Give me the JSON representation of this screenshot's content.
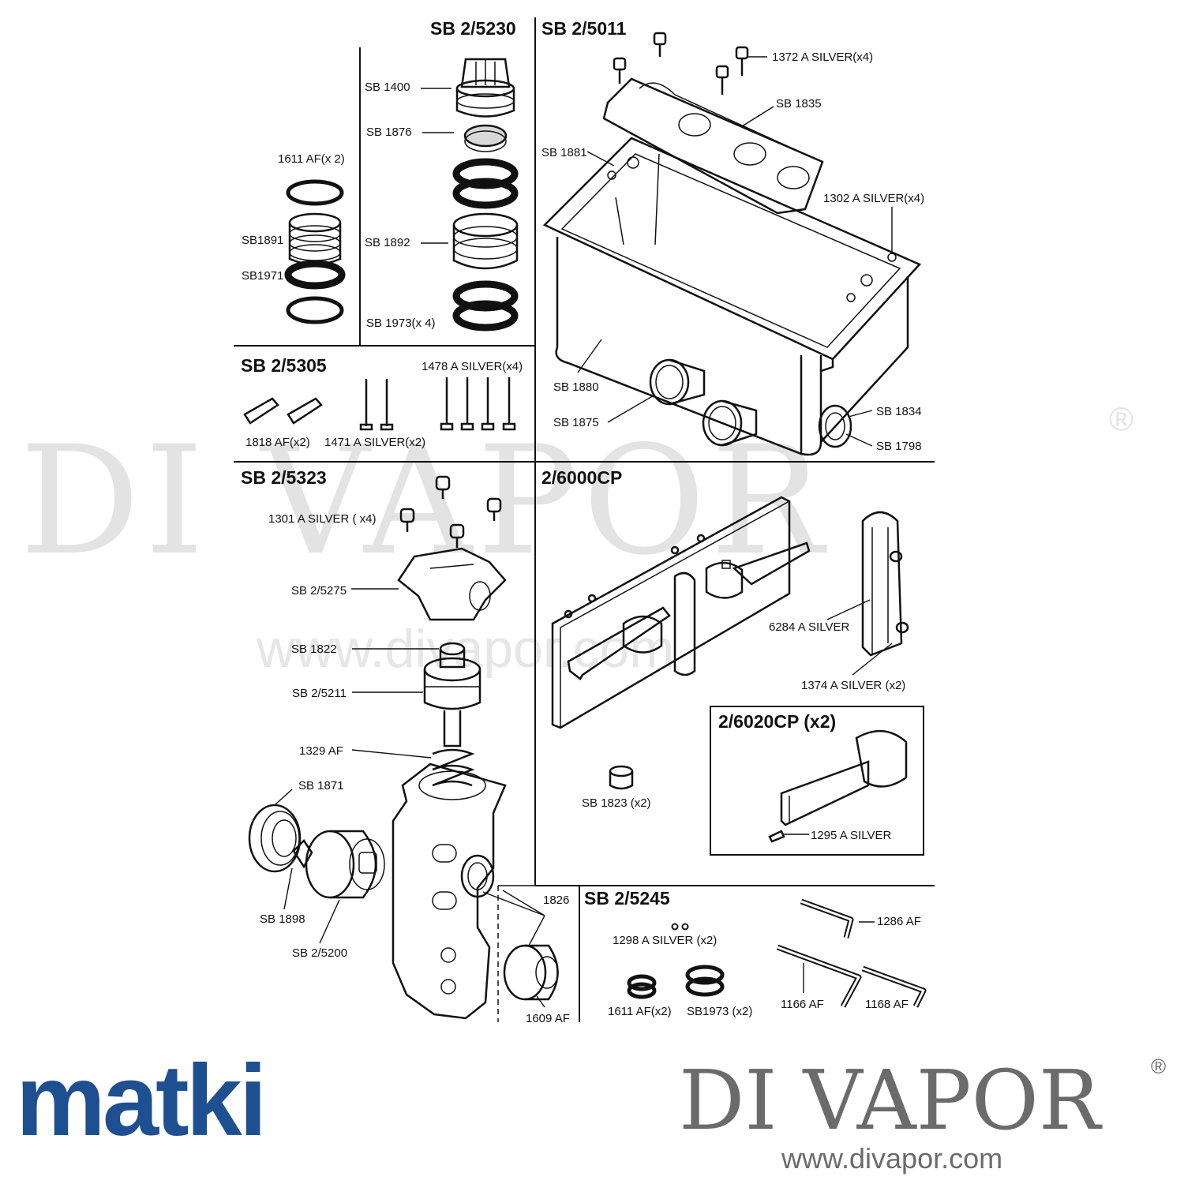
{
  "watermark": {
    "text": "DI VAPOR",
    "registered": "®",
    "url": "www.divapor.com"
  },
  "branding": {
    "manufacturer_logo": "matki",
    "logo_color": "#1d4f91",
    "retailer_logo": "DI VAPOR",
    "retailer_registered": "®",
    "retailer_url": "www.divapor.com",
    "retailer_color": "#6b6b6b"
  },
  "sections": {
    "sb_5230": {
      "title": "SB 2/5230",
      "parts": [
        "SB 1400",
        "SB 1876",
        "SB 1892",
        "SB 1973(x 4)"
      ]
    },
    "side_kit": {
      "parts": [
        "1611 AF(x 2)",
        "SB1891",
        "SB1971"
      ]
    },
    "sb_5011": {
      "title": "SB 2/5011",
      "parts": [
        "1372 A SILVER(x4)",
        "SB 1835",
        "SB 1881",
        "1302 A SILVER(x4)",
        "SB 1880",
        "SB 1875",
        "SB 1834",
        "SB 1798"
      ]
    },
    "sb_5305": {
      "title": "SB 2/5305",
      "parts": [
        "1478 A SILVER(x4)",
        "1818 AF(x2)",
        "1471 A SILVER(x2)"
      ]
    },
    "sb_5323": {
      "title": "SB 2/5323",
      "parts": [
        "1301 A SILVER ( x4)",
        "SB 2/5275",
        "SB 1822",
        "SB 2/5211",
        "1329 AF",
        "SB 1871",
        "SB 1898",
        "SB 2/5200",
        "1826",
        "1609 AF"
      ]
    },
    "cp_6000": {
      "title": "2/6000CP",
      "parts": [
        "6284 A SILVER",
        "1374 A SILVER (x2)",
        "SB 1823 (x2)"
      ]
    },
    "cp_6020": {
      "title": "2/6020CP (x2)",
      "parts": [
        "1295 A SILVER"
      ]
    },
    "sb_5245": {
      "title": "SB 2/5245",
      "parts": [
        "1286 AF",
        "1298 A SILVER (x2)",
        "1166 AF",
        "1168 AF",
        "1611 AF(x2)",
        "SB1973 (x2)"
      ]
    }
  }
}
